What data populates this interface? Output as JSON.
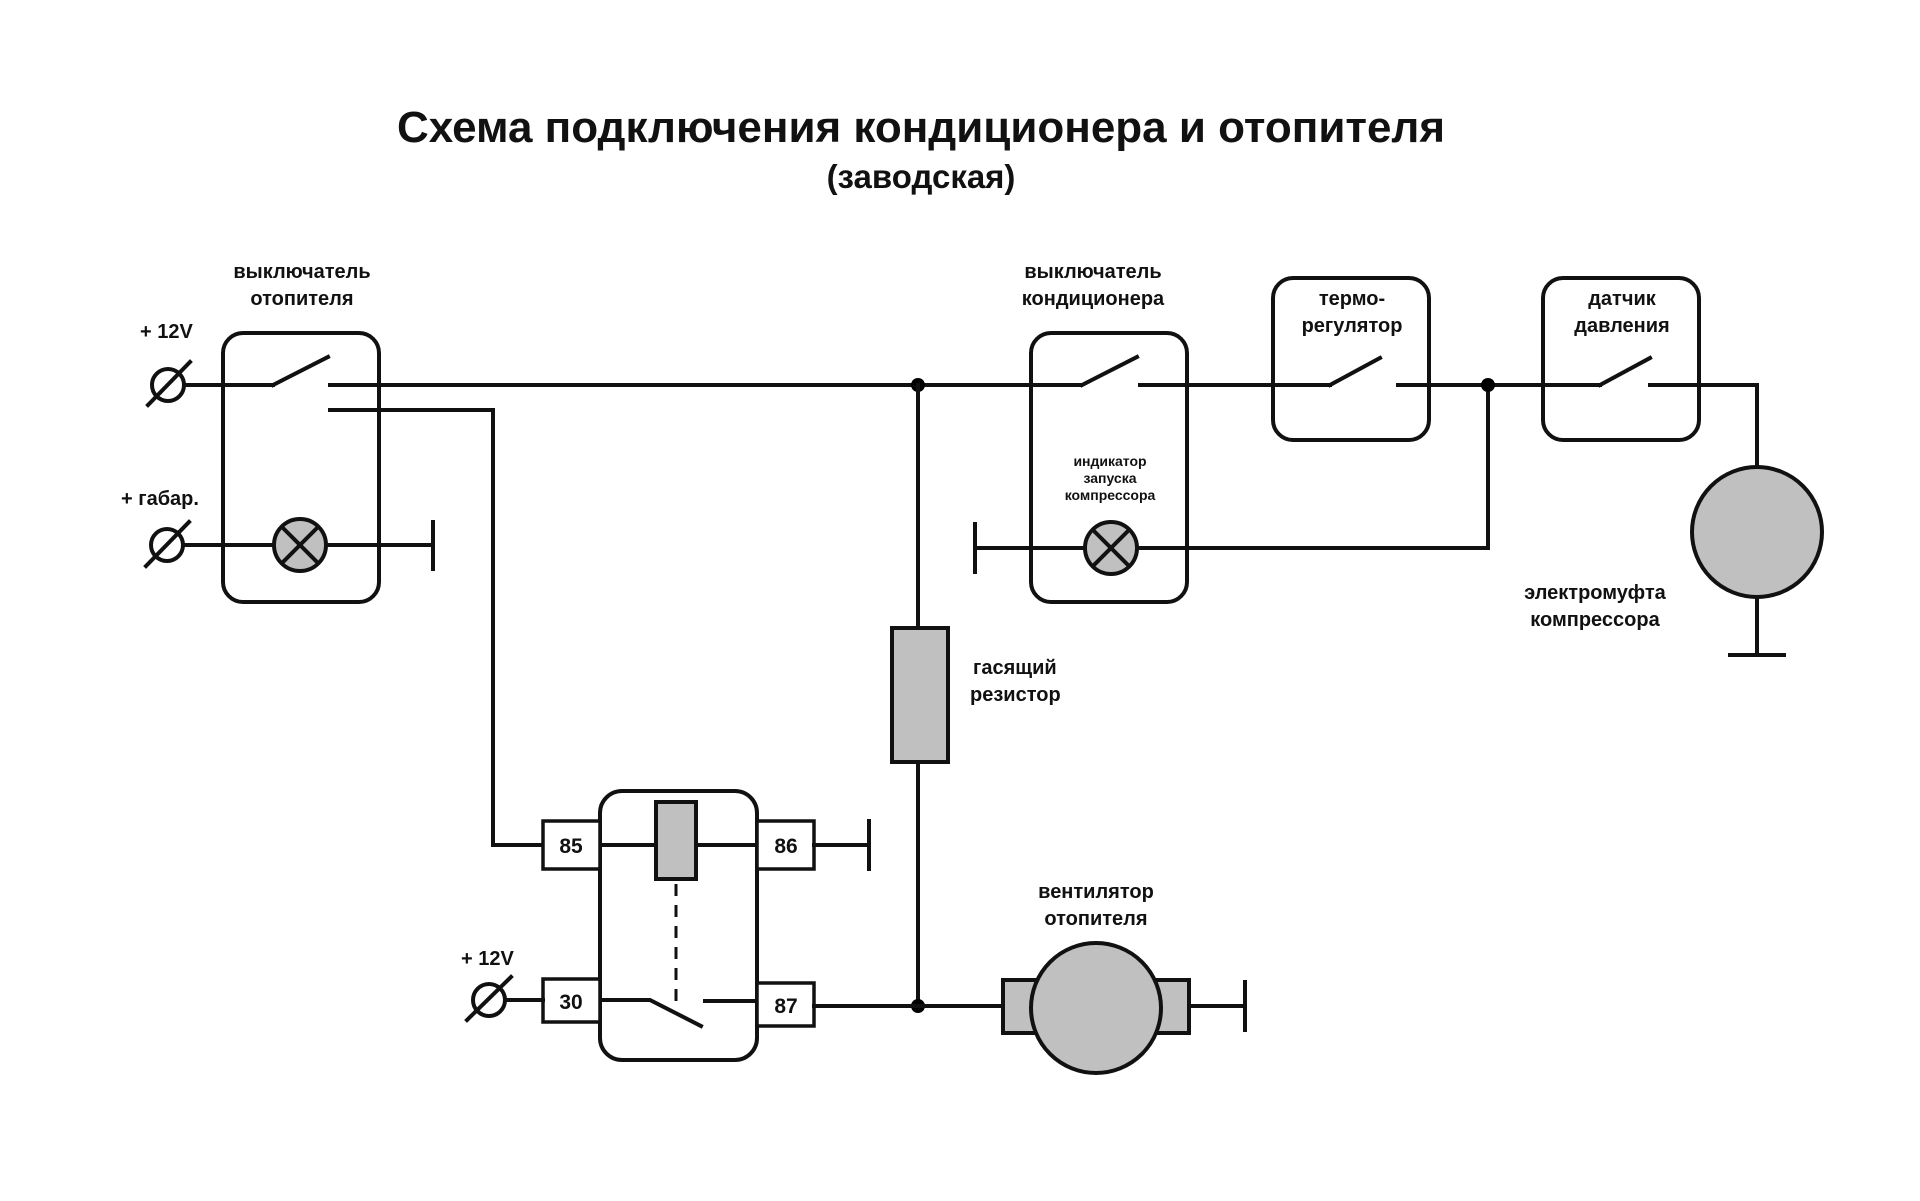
{
  "title": "Схема подключения кондиционера и отопителя",
  "subtitle": "(заводская)",
  "labels": {
    "heater_switch": [
      "выключатель",
      "отопителя"
    ],
    "ac_switch": [
      "выключатель",
      "кондиционера"
    ],
    "thermostat": [
      "термо-",
      "регулятор"
    ],
    "pressure_sensor": [
      "датчик",
      "давления"
    ],
    "compressor_indicator": [
      "индикатор",
      "запуска",
      "компрессора"
    ],
    "compressor_clutch": [
      "электромуфта",
      "компрессора"
    ],
    "resistor": [
      "гасящий",
      "резистор"
    ],
    "heater_fan": [
      "вентилятор",
      "отопителя"
    ],
    "supply_12v_top": "+ 12V",
    "supply_parking": "+ габар.",
    "supply_12v_relay": "+ 12V"
  },
  "relay_terminals": {
    "t85": "85",
    "t86": "86",
    "t30": "30",
    "t87": "87"
  },
  "colors": {
    "line": "#111111",
    "component_fill": "#c0c0c0",
    "background": "#ffffff"
  }
}
